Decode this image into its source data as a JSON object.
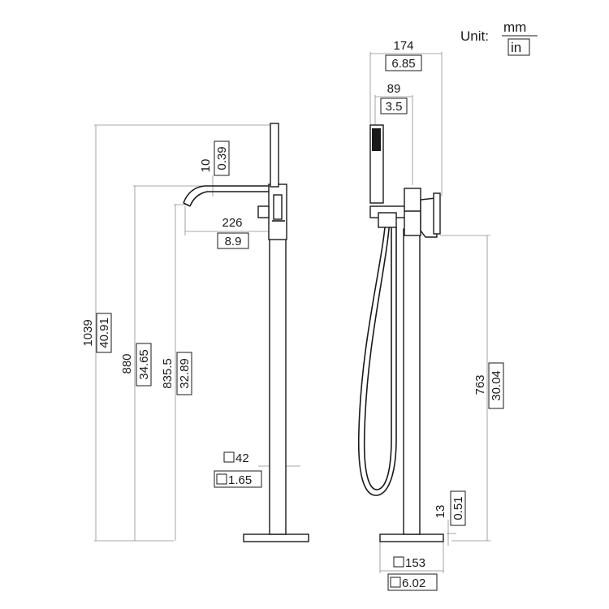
{
  "unit_label": {
    "prefix": "Unit:",
    "top": "mm",
    "bottom": "in"
  },
  "front_view": {
    "total_height": {
      "mm": "1039",
      "in": "40.91"
    },
    "spout_height": {
      "mm": "880",
      "in": "34.65"
    },
    "outlet_height": {
      "mm": "835.5",
      "in": "32.89"
    },
    "spout_drop": {
      "mm": "10",
      "in": "0.39"
    },
    "spout_reach": {
      "mm": "226",
      "in": "8.9"
    },
    "column_section": {
      "mm": "42",
      "in": "1.65"
    }
  },
  "side_view": {
    "overall_depth": {
      "mm": "174",
      "in": "6.85"
    },
    "handshower_offset": {
      "mm": "89",
      "in": "3.5"
    },
    "handle_height": {
      "mm": "763",
      "in": "30.04"
    },
    "base_thickness": {
      "mm": "13",
      "in": "0.51"
    },
    "base_plate": {
      "mm": "153",
      "in": "6.02"
    }
  },
  "colors": {
    "outline": "#1a1a1a",
    "dimension_line": "#8c8c8c",
    "background": "#ffffff"
  }
}
